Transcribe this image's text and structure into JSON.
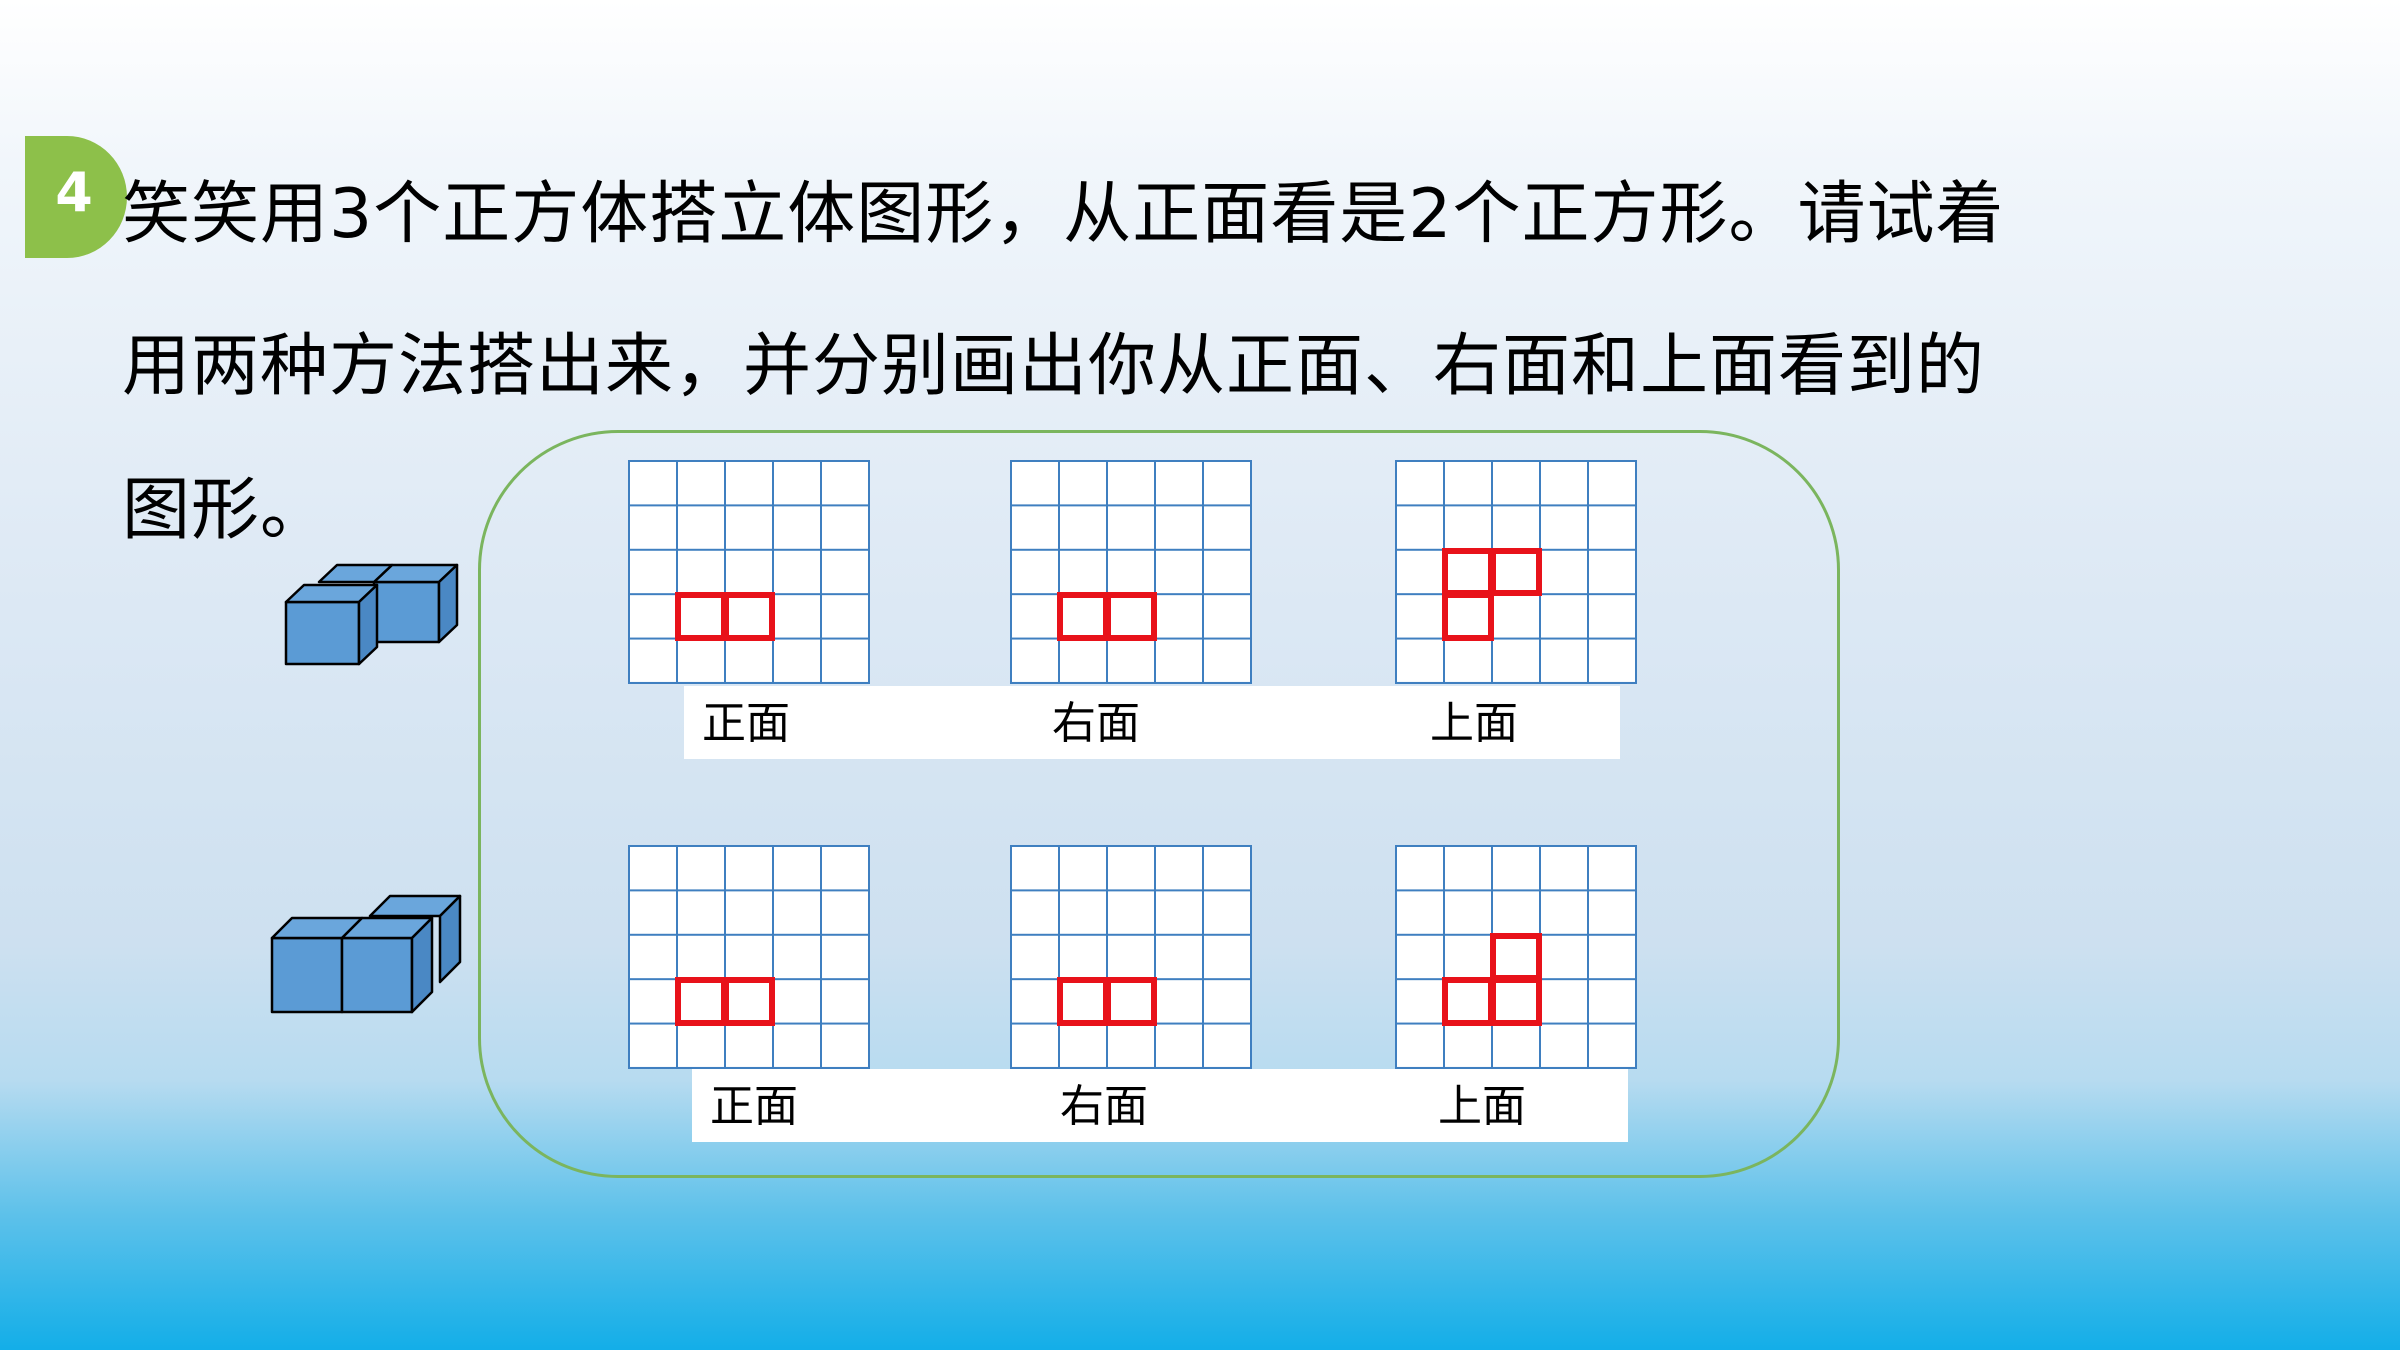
{
  "problem": {
    "number": "4",
    "lines": [
      "笑笑用3个正方体搭立体图形，从正面看是2个正方形。请试着",
      "用两种方法搭出来，并分别画出你从正面、右面和上面看到的",
      "图形。"
    ]
  },
  "colors": {
    "badge": "#8dc04a",
    "grid_line": "#3f7fc0",
    "highlight": "#e8121a",
    "cube_fill": "#5b9bd5",
    "panel_border": "#7bb55e"
  },
  "views": {
    "row1": {
      "front": "正面",
      "right": "右面",
      "top": "上面"
    },
    "row2": {
      "front": "正面",
      "right": "右面",
      "top": "上面"
    }
  },
  "view_cells": {
    "row1": {
      "front": [
        [
          1,
          3
        ],
        [
          2,
          3
        ]
      ],
      "right": [
        [
          1,
          3
        ],
        [
          2,
          3
        ]
      ],
      "top": [
        [
          1,
          2
        ],
        [
          2,
          2
        ],
        [
          1,
          3
        ]
      ]
    },
    "row2": {
      "front": [
        [
          1,
          3
        ],
        [
          2,
          3
        ]
      ],
      "right": [
        [
          1,
          3
        ],
        [
          2,
          3
        ]
      ],
      "top": [
        [
          2,
          2
        ],
        [
          1,
          3
        ],
        [
          2,
          3
        ]
      ]
    }
  }
}
